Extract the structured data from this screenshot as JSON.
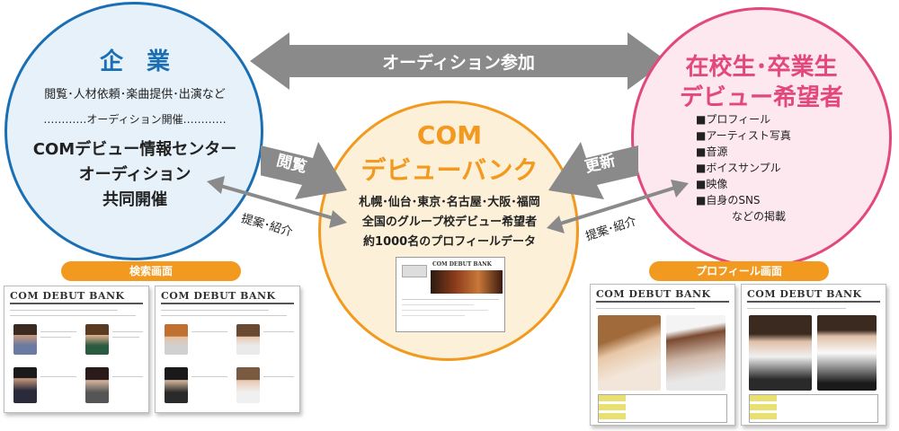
{
  "left_circle": {
    "title": "企　業",
    "line1": "閲覧･人材依頼･楽曲提供･出演など",
    "line2": "…………オーディション開催…………",
    "line3": "COMデビュー情報センター",
    "line4": "オーディション",
    "line5": "共同開催"
  },
  "right_circle": {
    "title1": "在校生･卒業生",
    "title2": "デビュー希望者",
    "items": [
      "■プロフィール",
      "■アーティスト写真",
      "■音源",
      "■ボイスサンプル",
      "■映像",
      "■自身のSNS"
    ],
    "tail": "などの掲載"
  },
  "center_circle": {
    "title1": "COM",
    "title2": "デビューバンク",
    "line1": "札幌･仙台･東京･名古屋･大阪･福岡",
    "line2": "全国のグループ校デビュー希望者",
    "line3": "約1000名のプロフィールデータ",
    "thumb_logo": "COM DEBUT BANK"
  },
  "arrows": {
    "top": "オーディション参加",
    "browse": "閲覧",
    "update": "更新",
    "propose_left": "提案･紹介",
    "propose_right": "提案･紹介"
  },
  "tags": {
    "search_screen": "検索画面",
    "profile_screen": "プロフィール画面"
  },
  "mock_header": "COM DEBUT BANK",
  "colors": {
    "blue": "#1a6fb4",
    "pink": "#e2487b",
    "orange": "#f29a1f",
    "gray_arrow": "#8a8a8a"
  }
}
